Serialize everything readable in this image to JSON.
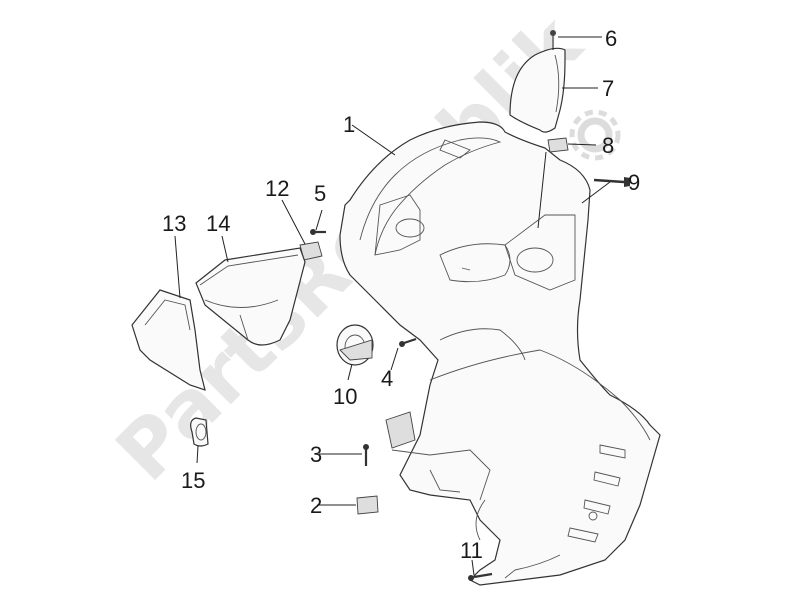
{
  "watermark": "PartsRepublik",
  "labels": {
    "l1": "1",
    "l2": "2",
    "l3": "3",
    "l4": "4",
    "l5": "5",
    "l6": "6",
    "l7": "7",
    "l8": "8",
    "l9": "9",
    "l10": "10",
    "l11": "11",
    "l12": "12",
    "l13": "13",
    "l14": "14",
    "l15": "15"
  },
  "colors": {
    "watermark": "#e6e6e6",
    "line": "#333333"
  }
}
